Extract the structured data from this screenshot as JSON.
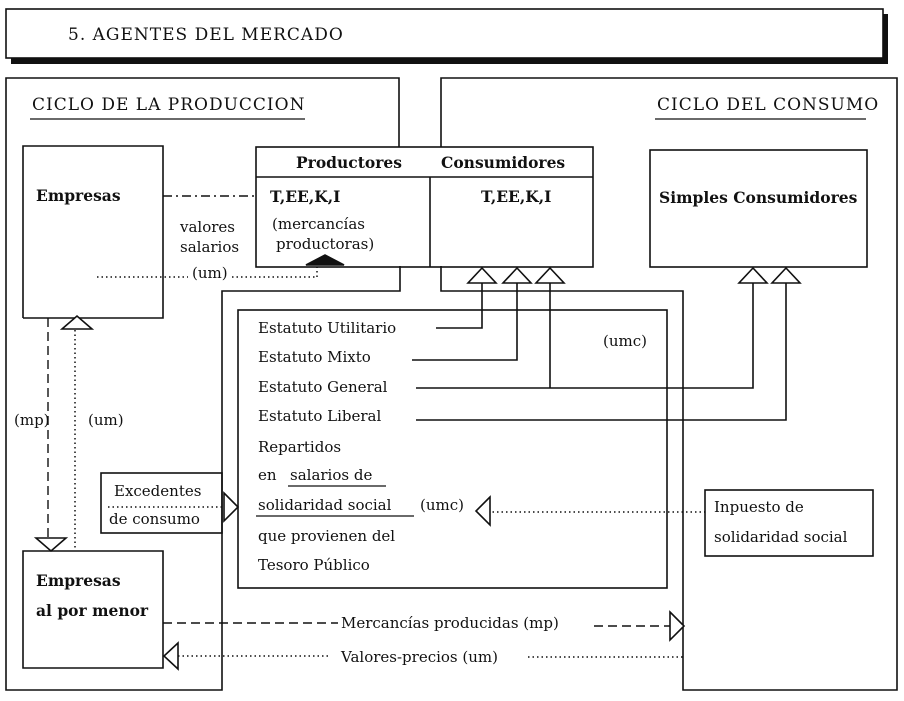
{
  "title": "5. AGENTES DEL MERCADO",
  "cycles": {
    "production": "CICLO DE LA PRODUCCION",
    "consumption": "CICLO DEL CONSUMO"
  },
  "boxes": {
    "empresas": "Empresas",
    "productores": "Productores",
    "consumidores": "Consumidores",
    "productores_factors": "T,EE,K,I",
    "productores_note_1": "(mercancías",
    "productores_note_2": "productoras)",
    "consumidores_factors": "T,EE,K,I",
    "simples_consumidores": "Simples Consumidores",
    "empresas_menor_1": "Empresas",
    "empresas_menor_2": "al por menor",
    "excedentes_1": "Excedentes",
    "excedentes_2": "de consumo",
    "impuesto_1": "Inpuesto de",
    "impuesto_2": "solidaridad social"
  },
  "labels": {
    "valores": "valores",
    "salarios": "salarios",
    "um_top": "(um)",
    "mp_left": "(mp)",
    "um_left": "(um)",
    "umc_box": "(umc)",
    "mercancias": "Mercancías producidas (mp)",
    "valores_precios": "Valores-precios (um)"
  },
  "statutes": {
    "utilitario": "Estatuto Utilitario",
    "mixto": "Estatuto Mixto",
    "general": "Estatuto General",
    "liberal": "Estatuto Liberal",
    "repartidos": "Repartidos",
    "en": "en",
    "salarios_de": "salarios de",
    "solidaridad": "solidaridad social",
    "umc": "(umc)",
    "provienen": "que provienen del",
    "tesoro": "Tesoro Público"
  }
}
